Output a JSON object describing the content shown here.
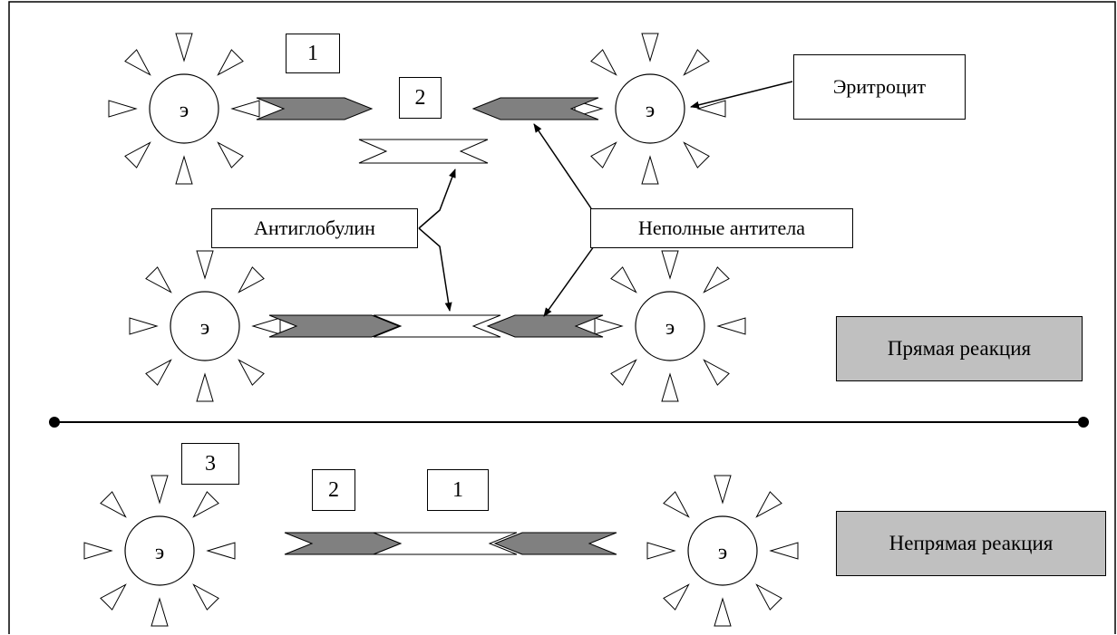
{
  "cell_symbol": "э",
  "number_labels": {
    "top_1": "1",
    "top_2": "2",
    "bottom_3": "3",
    "bottom_2": "2",
    "bottom_1": "1"
  },
  "labels": {
    "erythrocyte": "Эритроцит",
    "antiglobulin": "Антиглобулин",
    "incomplete_antibodies": "Неполные антитела",
    "direct_reaction": "Прямая реакция",
    "indirect_reaction": "Непрямая реакция"
  },
  "colors": {
    "antibody_fill": "#808080",
    "antiglobulin_fill": "#ffffff",
    "reaction_box_fill": "#c0c0c0",
    "stroke": "#000000"
  }
}
